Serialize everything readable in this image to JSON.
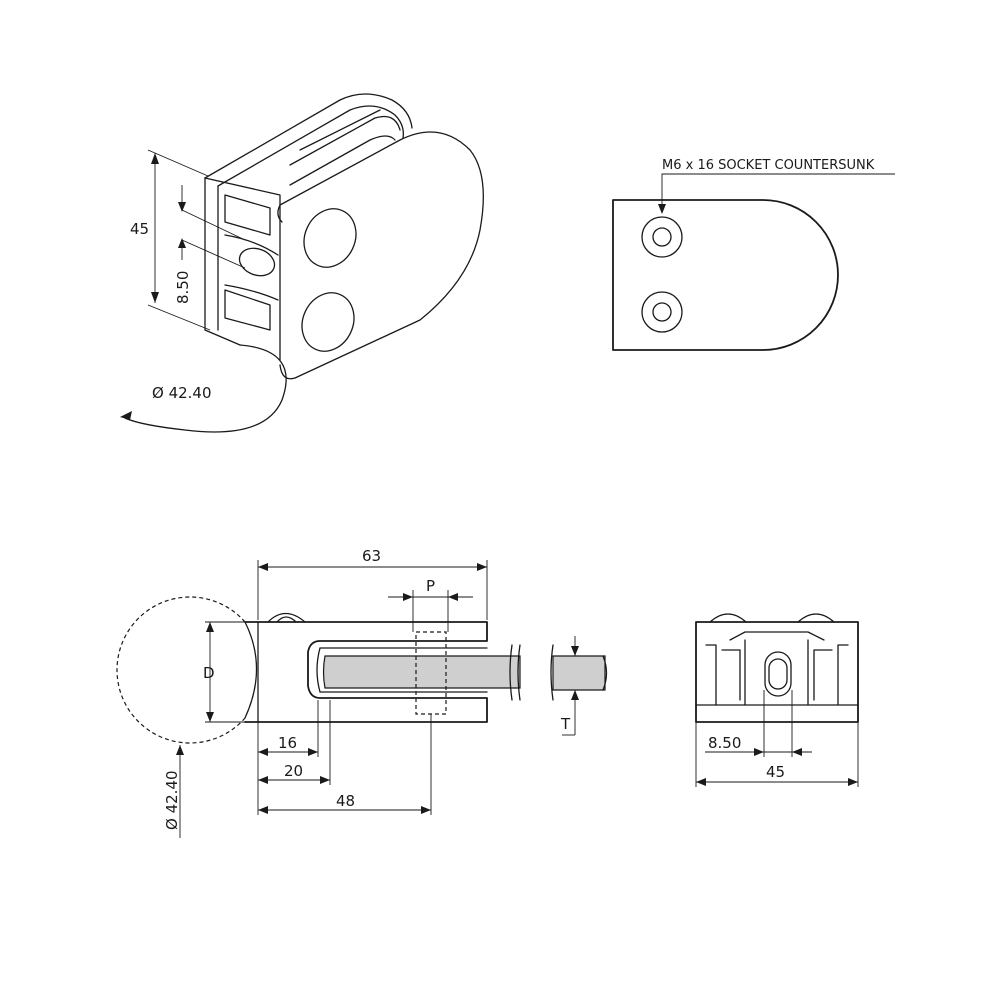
{
  "isometric_view": {
    "dim_height": "45",
    "dim_hole_spacing": "8.50",
    "dim_tube_diameter": "Ø 42.40"
  },
  "top_view": {
    "note": "M6 x 16 SOCKET COUNTERSUNK"
  },
  "side_view": {
    "dim_overall_length": "63",
    "dim_pin_width": "P",
    "dim_tube_d": "D",
    "dim_16": "16",
    "dim_20": "20",
    "dim_48": "48",
    "dim_tube_diameter": "Ø 42.40",
    "dim_glass_thickness": "T"
  },
  "end_view": {
    "dim_hole_spacing": "8.50",
    "dim_width": "45"
  }
}
